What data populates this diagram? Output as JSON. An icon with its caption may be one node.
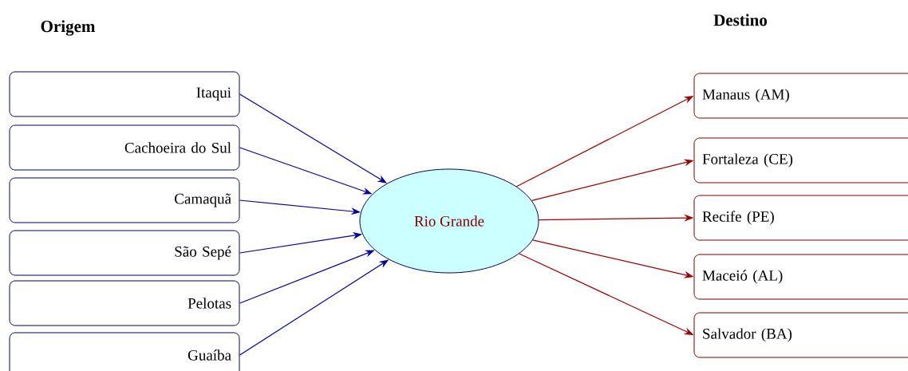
{
  "diagram": {
    "nodes": [
      {
        "text": [
          "Itaqui"
        ]
      },
      {
        "text": [
          "Cachoeira do Sul"
        ]
      },
      {
        "text": [
          "Camaquã"
        ]
      },
      {
        "text": [
          "São Sepé"
        ]
      },
      {
        "text": [
          "Pelotas"
        ]
      },
      {
        "text": [
          "Guaíba"
        ]
      },
      {
        "text": [
          "Rio Grande"
        ]
      },
      {
        "text": [
          "Manaus (AM)"
        ]
      },
      {
        "text": [
          "Fortaleza (CE)"
        ]
      },
      {
        "text": [
          "Recife (PE)"
        ]
      },
      {
        "text": [
          "Maceió (AL)"
        ]
      },
      {
        "text": [
          "Salvador (BA)"
        ]
      }
    ],
    "edges": [
      {
        "from": 0,
        "to": 6,
        "arrow": "to",
        "color": "#000099"
      },
      {
        "from": 1,
        "to": 6,
        "arrow": "to",
        "color": "#000099"
      },
      {
        "from": 2,
        "to": 6,
        "arrow": "to",
        "color": "#000099"
      },
      {
        "from": 3,
        "to": 6,
        "arrow": "to",
        "color": "#000099"
      },
      {
        "from": 4,
        "to": 6,
        "arrow": "to",
        "color": "#000099"
      },
      {
        "from": 5,
        "to": 6,
        "arrow": "to",
        "color": "#000099"
      },
      {
        "from": 6,
        "to": 7,
        "arrow": "to",
        "color": "#990000"
      },
      {
        "from": 6,
        "to": 8,
        "arrow": "to",
        "color": "#990000"
      },
      {
        "from": 6,
        "to": 9,
        "arrow": "to",
        "color": "#990000"
      },
      {
        "from": 6,
        "to": 10,
        "arrow": "to",
        "color": "#990000"
      },
      {
        "from": 6,
        "to": 11,
        "arrow": "to",
        "color": "#990000"
      }
    ],
    "labels": [
      "Origem",
      "Destino"
    ]
  }
}
